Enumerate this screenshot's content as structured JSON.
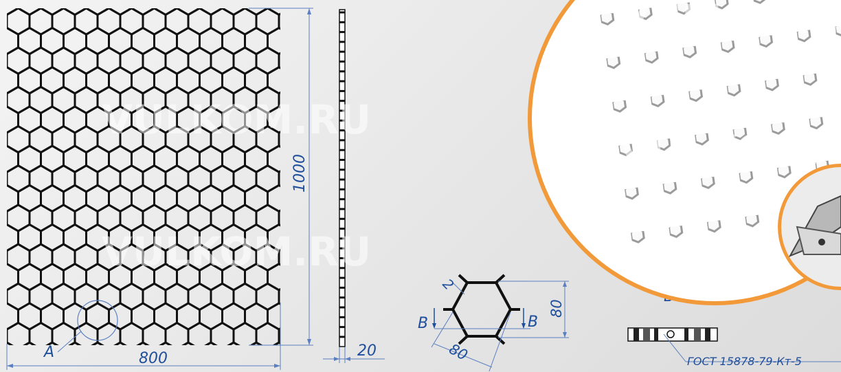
{
  "drawing": {
    "dim_width": "800",
    "dim_height": "1000",
    "dim_thickness": "20",
    "detail_label": "A",
    "cell_height": "80",
    "cell_width": "80",
    "strip": "2",
    "section_left": "B",
    "section_right": "B",
    "section_title": "B-B",
    "standard": "ГОСТ 15878-79-Кт-5"
  },
  "watermark": {
    "text": "VULKOM.RU"
  },
  "colors": {
    "dimension": "#1f4f9c",
    "accent": "#f29a3a",
    "mesh": "#111111"
  }
}
